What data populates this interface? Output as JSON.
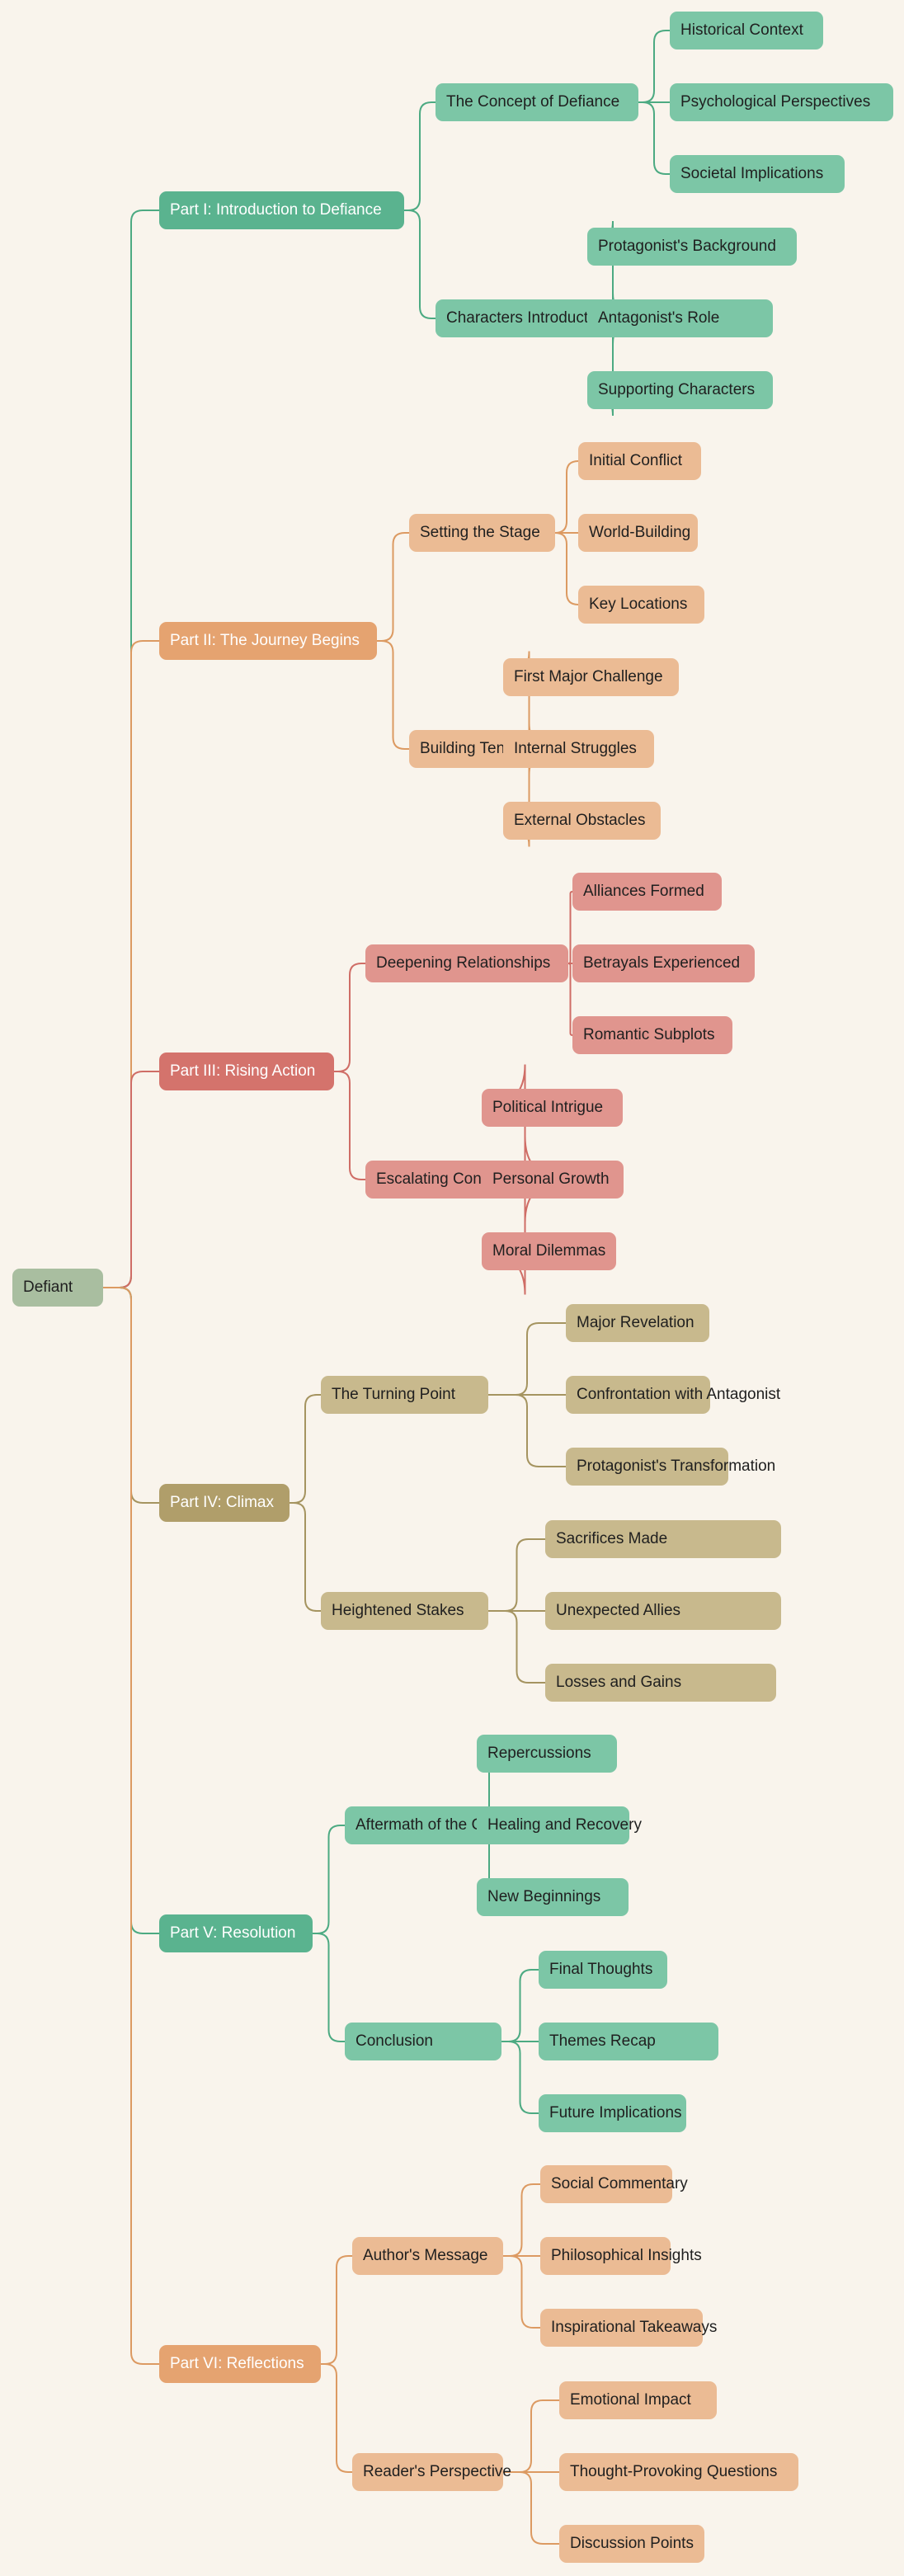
{
  "root": "Defiant",
  "theme": {
    "background": "#f9f4ec",
    "text_dark": "#1f1f1f",
    "text_light": "#ffffff"
  },
  "parts": [
    {
      "label": "Part I: Introduction to Defiance",
      "colors": {
        "part": "#5ab38f",
        "child": "#7cc6a6",
        "line": "#4caa82"
      },
      "children": [
        {
          "label": "The Concept of Defiance",
          "leaves": [
            "Historical Context",
            "Psychological Perspectives",
            "Societal Implications"
          ]
        },
        {
          "label": "Characters Introduction",
          "leaves": [
            "Protagonist's Background",
            "Antagonist's Role",
            "Supporting Characters"
          ]
        }
      ]
    },
    {
      "label": "Part II: The Journey Begins",
      "colors": {
        "part": "#e5a370",
        "child": "#ebbb94",
        "line": "#dc9a62"
      },
      "children": [
        {
          "label": "Setting the Stage",
          "leaves": [
            "Initial Conflict",
            "World-Building",
            "Key Locations"
          ]
        },
        {
          "label": "Building Tension",
          "leaves": [
            "First Major Challenge",
            "Internal Struggles",
            "External Obstacles"
          ]
        }
      ]
    },
    {
      "label": "Part III: Rising Action",
      "colors": {
        "part": "#d4736c",
        "child": "#e0958e",
        "line": "#cf6d66"
      },
      "children": [
        {
          "label": "Deepening Relationships",
          "leaves": [
            "Alliances Formed",
            "Betrayals Experienced",
            "Romantic Subplots"
          ]
        },
        {
          "label": "Escalating Conflicts",
          "leaves": [
            "Political Intrigue",
            "Personal Growth",
            "Moral Dilemmas"
          ]
        }
      ]
    },
    {
      "label": "Part IV: Climax",
      "colors": {
        "part": "#b09e6a",
        "child": "#c8b98d",
        "line": "#a59460"
      },
      "children": [
        {
          "label": "The Turning Point",
          "leaves": [
            "Major Revelation",
            "Confrontation with Antagonist",
            "Protagonist's Transformation"
          ]
        },
        {
          "label": "Heightened Stakes",
          "leaves": [
            "Sacrifices Made",
            "Unexpected Allies",
            "Losses and Gains"
          ]
        }
      ]
    },
    {
      "label": "Part V: Resolution",
      "colors": {
        "part": "#5ab38f",
        "child": "#7cc6a6",
        "line": "#4caa82"
      },
      "children": [
        {
          "label": "Aftermath of the Climax",
          "leaves": [
            "Repercussions",
            "Healing and Recovery",
            "New Beginnings"
          ]
        },
        {
          "label": "Conclusion",
          "leaves": [
            "Final Thoughts",
            "Themes Recap",
            "Future Implications"
          ]
        }
      ]
    },
    {
      "label": "Part VI: Reflections",
      "colors": {
        "part": "#e5a370",
        "child": "#ebbb94",
        "line": "#dc9a62"
      },
      "children": [
        {
          "label": "Author's Message",
          "leaves": [
            "Social Commentary",
            "Philosophical Insights",
            "Inspirational Takeaways"
          ]
        },
        {
          "label": "Reader's Perspective",
          "leaves": [
            "Emotional Impact",
            "Thought-Provoking Questions",
            "Discussion Points"
          ]
        }
      ]
    }
  ]
}
